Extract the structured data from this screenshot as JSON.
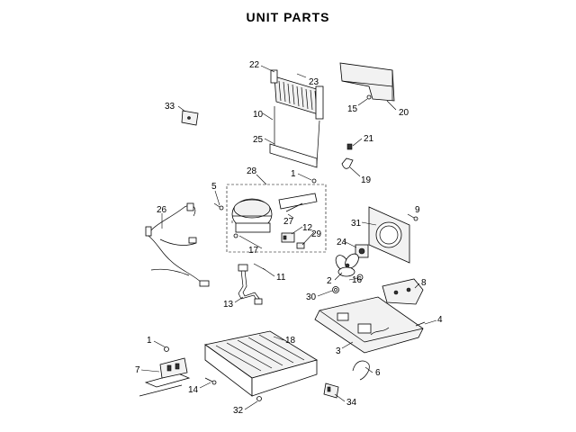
{
  "title": "UNIT PARTS",
  "callouts": {
    "c1a": "1",
    "c1b": "1",
    "c2": "2",
    "c3": "3",
    "c4": "4",
    "c5": "5",
    "c6": "6",
    "c7": "7",
    "c8": "8",
    "c9": "9",
    "c10": "10",
    "c11": "11",
    "c12": "12",
    "c13": "13",
    "c14": "14",
    "c15": "15",
    "c16": "16",
    "c17": "17",
    "c18": "18",
    "c19": "19",
    "c20": "20",
    "c21": "21",
    "c22": "22",
    "c23": "23",
    "c24": "24",
    "c25": "25",
    "c26": "26",
    "c27": "27",
    "c28": "28",
    "c29": "29",
    "c30": "30",
    "c31": "31",
    "c32": "32",
    "c33": "33",
    "c34": "34"
  }
}
